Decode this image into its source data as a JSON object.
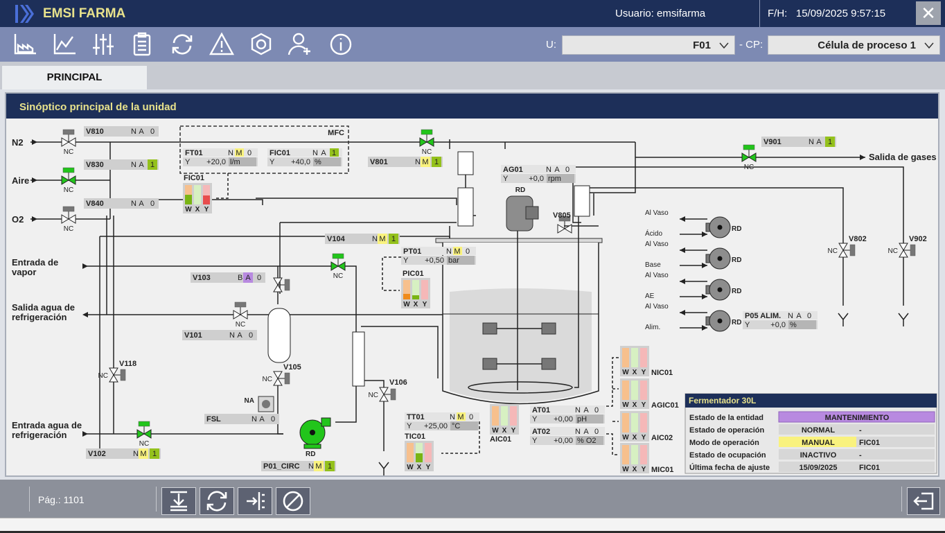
{
  "header": {
    "app_name": "EMSI FARMA",
    "user_text": "Usuario: emsifarma",
    "datetime_label": "F/H:",
    "datetime": "15/09/2025 9:57:15",
    "close_symbol": "✕"
  },
  "toolbar": {
    "u_label": "U:",
    "u_value": "F01",
    "cp_label": "- CP:",
    "cp_value": "Célula de proceso 1"
  },
  "tabs": [
    {
      "label": "PRINCIPAL"
    }
  ],
  "panel": {
    "title": "Sinóptico principal de la unidad"
  },
  "footer": {
    "page": "Pág.: 1101"
  },
  "colors": {
    "navy": "#1d2f59",
    "toolbar": "#7d8ab3",
    "accent_yellow": "#e8e28c",
    "valve_green": "#22c51b",
    "auto_green": "#94c11c",
    "manual_yellow": "#f9f27e",
    "block_purple": "#b88ae0"
  },
  "inputs": [
    {
      "label": "N2"
    },
    {
      "label": "Aire"
    },
    {
      "label": "O2"
    },
    {
      "label": "Entrada de",
      "label2": "vapor"
    },
    {
      "label": "Salida agua de",
      "label2": "refrigeración"
    },
    {
      "label": "Entrada agua de",
      "label2": "refrigeración"
    }
  ],
  "gas_out": "Salida de gases",
  "mfc_label": "MFC",
  "modes": {
    "n": "N",
    "a": "A",
    "m": "M",
    "b": "B",
    "zero": "0",
    "one": "1"
  },
  "valve_labels": [
    "V810",
    "V830",
    "V840",
    "V801",
    "V901",
    "V104",
    "V103",
    "V101",
    "V118",
    "V105",
    "V102",
    "V106",
    "V805",
    "V802",
    "V902",
    "FSL",
    "P01_CIRC",
    "P05 ALIM."
  ],
  "instruments": {
    "FT01": {
      "tag": "FT01",
      "value": "+20,0",
      "unit": "l/m"
    },
    "FIC01": {
      "tag": "FIC01",
      "value": "+40,0",
      "unit": "%"
    },
    "AG01": {
      "tag": "AG01",
      "value": "+0,0",
      "unit": "rpm"
    },
    "PT01": {
      "tag": "PT01",
      "value": "+0,50",
      "unit": "bar"
    },
    "TT01": {
      "tag": "TT01",
      "value": "+25,00",
      "unit": "°C"
    },
    "AT01": {
      "tag": "AT01",
      "value": "+0,00",
      "unit": "pH"
    },
    "AT02": {
      "tag": "AT02",
      "value": "+0,00",
      "unit": "% O2"
    },
    "P05": {
      "tag": "P05 ALIM.",
      "value": "+0,0",
      "unit": "%"
    }
  },
  "controllers": [
    "FIC01",
    "PIC01",
    "TIC01",
    "AIC01",
    "NIC01",
    "AGIC01",
    "AIC02",
    "MIC01"
  ],
  "wxy": [
    "W",
    "X",
    "Y"
  ],
  "y_label": "Y",
  "nc": "NC",
  "na": "NA",
  "rd": "RD",
  "pumps_right": [
    {
      "top": "Al Vaso",
      "bottom": "Ácido"
    },
    {
      "top": "Al Vaso",
      "bottom": "Base"
    },
    {
      "top": "Al Vaso",
      "bottom": "AE"
    },
    {
      "top": "Al Vaso",
      "bottom": "Alim."
    }
  ],
  "info": {
    "title": "Fermentador 30L",
    "rows": [
      {
        "label": "Estado de la entidad",
        "value": "MANTENIMIENTO",
        "extra": ""
      },
      {
        "label": "Estado de operación",
        "value": "NORMAL",
        "extra": "-"
      },
      {
        "label": "Modo de operación",
        "value": "MANUAL",
        "extra": "FIC01"
      },
      {
        "label": "Estado de ocupación",
        "value": "INACTIVO",
        "extra": "-"
      },
      {
        "label": "Última fecha de ajuste",
        "value": "15/09/2025",
        "extra": "FIC01"
      }
    ]
  }
}
